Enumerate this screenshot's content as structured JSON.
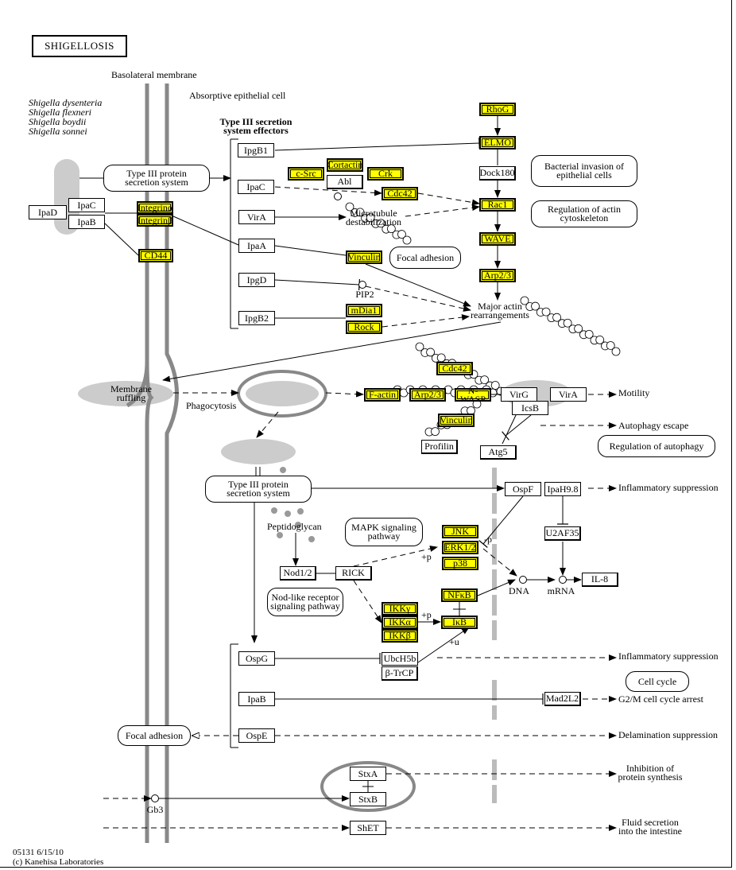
{
  "title": "SHIGELLOSIS",
  "footer": {
    "id_date": "05131 6/15/10",
    "copyright": "(c) Kanehisa Laboratories"
  },
  "colors": {
    "highlight": "#ffff00",
    "membrane": "#888888",
    "compartment": "#cccccc"
  },
  "labels": {
    "basolateral": "Basolateral membrane",
    "cell": "Absorptive epithelial cell",
    "species": "Shigella dysenteria\nShigella flexneri\nShigella boydii\nShigella sonnei",
    "effectors": "Type III secretion\nsystem effectors",
    "microtubule": "Microtubule\ndestabilization",
    "pip2": "PIP2",
    "major_actin": "Major actin\nrearrangements",
    "membrane_ruffling": "Membrane ruffling",
    "phagocytosis": "Phagocytosis",
    "peptidoglycan": "Peptidoglycan",
    "dna": "DNA",
    "mrna": "mRNA",
    "gb3": "Gb3",
    "plus_p1": "+p",
    "plus_p2": "+p",
    "minus_p": "-p",
    "plus_u": "+u"
  },
  "outcomes": {
    "motility": "Motility",
    "autophagy_escape": "Autophagy escape",
    "inflammatory1": "Inflammatory suppression",
    "inflammatory2": "Inflammatory suppression",
    "g2m": "G2/M cell cycle arrest",
    "delamination": "Delamination suppression",
    "protein_synthesis": "Inhibition of\nprotein synthesis",
    "fluid": "Fluid secretion\ninto the intestine"
  },
  "maps": {
    "t3ss_top": "Type III protein\nsecretion system",
    "t3ss_mid": "Type III protein\nsecretion system",
    "bacterial_invasion": "Bacterial invasion of\nepithelial cells",
    "actin_cytoskeleton": "Regulation of actin\ncytoskeleton",
    "focal_adhesion_top": "Focal adhesion",
    "autophagy": "Regulation of autophagy",
    "mapk": "MAPK signaling\npathway",
    "nod_like": "Nod-like receptor\nsignaling pathway",
    "cell_cycle": "Cell cycle",
    "focal_adhesion_bottom": "Focal adhesion"
  },
  "genes": {
    "ipad": "IpaD",
    "ipac_b": "IpaC",
    "ipab_b": "IpaB",
    "integrin_a": "Integrinα",
    "integrin_b": "Integrinβ",
    "cd44": "CD44",
    "ipgb1": "IpgB1",
    "ipac": "IpaC",
    "vira": "VirA",
    "ipaa": "IpaA",
    "ipgd": "IpgD",
    "ipgb2": "IpgB2",
    "csrc": "c-Src",
    "cortactin": "Cortactin",
    "abl": "Abl",
    "crk": "Crk",
    "cdc42_a": "Cdc42",
    "vinculin_a": "Vinculin",
    "mdia1": "mDia1",
    "rock": "Rock",
    "rhog": "RhoG",
    "elmo": "ELMO",
    "dock180": "Dock180",
    "rac1": "Rac1",
    "wave": "WAVE",
    "arp23_a": "Arp2/3",
    "cdc42_b": "Cdc42",
    "factin": "F-actin",
    "arp23_b": "Arp2/3",
    "nwasp": "N-WASP",
    "vinculin_b": "Vinculin",
    "profilin": "Profilin",
    "virg": "VirG",
    "vira_b": "VirA",
    "icsb": "IcsB",
    "atg5": "Atg5",
    "ospf": "OspF",
    "ipah98": "IpaH9.8",
    "u2af35": "U2AF35",
    "il8": "IL-8",
    "jnk": "JNK",
    "erk12": "ERK1/2",
    "p38": "p38",
    "nod12": "Nod1/2",
    "rick": "RICK",
    "ikkg": "IKKγ",
    "ikka": "IKKα",
    "ikkb": "IKKβ",
    "nfkb": "NFκB",
    "ikb": "IκB",
    "ospg": "OspG",
    "ubch5b": "UbcH5b",
    "btrcp": "β-TrCP",
    "ipab": "IpaB",
    "mad2l2": "Mad2L2",
    "ospe": "OspE",
    "stxa": "StxA",
    "stxb": "StxB",
    "shet": "ShET"
  }
}
